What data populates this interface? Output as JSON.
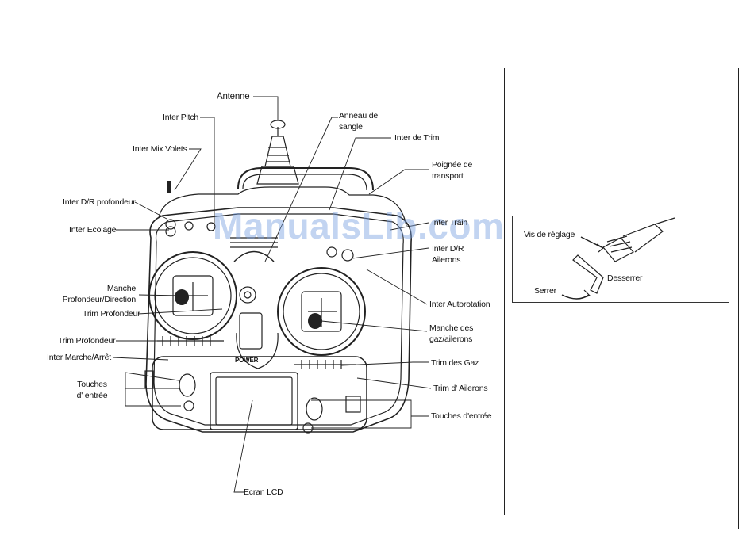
{
  "labels": {
    "antenne": "Antenne",
    "inter_pitch": "Inter Pitch",
    "inter_mix_volets": "Inter Mix Volets",
    "inter_dr_profondeur": "Inter D/R profondeur",
    "inter_ecolage": "Inter Ecolage",
    "manche_line1": "Manche",
    "manche_line2": "Profondeur/Direction",
    "trim_profondeur_1": "Trim Profondeur",
    "trim_profondeur_2": "Trim Profondeur",
    "inter_marche_arret": "Inter Marche/Arrêt",
    "touches_line1": "Touches",
    "touches_line2": "d' entrée",
    "ecran_lcd": "Ecran LCD",
    "anneau_line1": "Anneau de",
    "anneau_line2": "sangle",
    "inter_de_trim": "Inter de Trim",
    "poignee_line1": "Poignée de",
    "poignee_line2": "transport",
    "inter_train": "Inter Train",
    "inter_dr_line1": "Inter D/R",
    "inter_dr_line2": "Ailerons",
    "inter_autorotation": "Inter Autorotation",
    "manche_gaz_line1": "Manche des",
    "manche_gaz_line2": "gaz/ailerons",
    "trim_des_gaz": "Trim des Gaz",
    "trim_ailerons": "Trim d' Ailerons",
    "touches_entree_right": "Touches d'entrée"
  },
  "device_text": {
    "power": "POWER"
  },
  "inset": {
    "vis_reglage": "Vis de réglage",
    "desserrer": "Desserrer",
    "serrer": "Serrer"
  },
  "watermark": "ManualsLib.com"
}
